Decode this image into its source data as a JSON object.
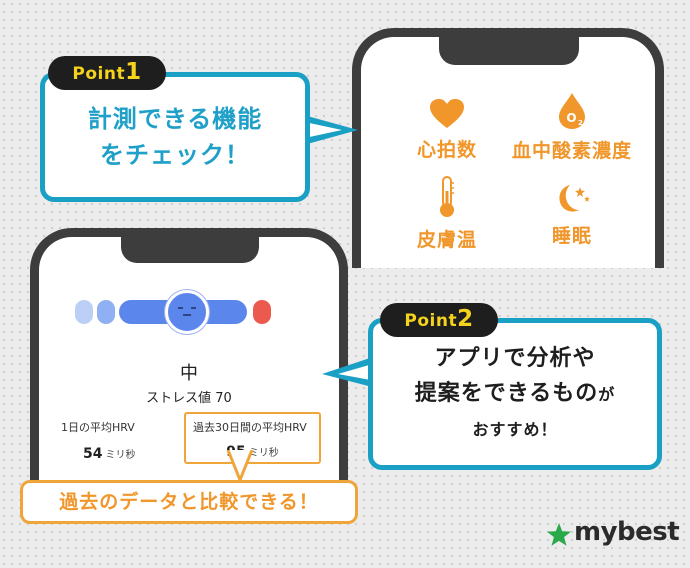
{
  "point1": {
    "tag_word": "Point",
    "tag_number": "1",
    "heading_line1": "計測できる機能",
    "heading_line2": "をチェック！"
  },
  "features": [
    {
      "label": "心拍数",
      "icon": "heart-icon"
    },
    {
      "label": "血中酸素濃度",
      "icon": "oxygen-drop-icon"
    },
    {
      "label": "皮膚温",
      "icon": "thermometer-icon"
    },
    {
      "label": "睡眠",
      "icon": "moon-stars-icon"
    }
  ],
  "stress": {
    "level": "中",
    "value_text": "ストレス値 70",
    "hrv_1day": {
      "label": "1日の平均HRV",
      "value": "54",
      "unit": "ミリ秒"
    },
    "hrv_30day": {
      "label": "過去30日間の平均HRV",
      "value": "95",
      "unit": "ミリ秒"
    },
    "meter_colors": [
      "#bcd0f7",
      "#8fb0f3",
      "#5b86ec",
      "#5b86ec",
      "#ec5a4f"
    ]
  },
  "point2": {
    "tag_word": "Point",
    "tag_number": "2",
    "line1": "アプリで分析や",
    "line2_main": "提案をできるもの",
    "line2_tail": "が",
    "line3": "おすすめ！"
  },
  "callout": {
    "text": "過去のデータと比較できる！"
  },
  "brand": {
    "name": "mybest",
    "accent_color": "#2aa84a"
  },
  "colors": {
    "orange": "#f0962a",
    "teal": "#1aa0c4",
    "tag_bg": "#1e1e1e",
    "tag_text": "#f5d21c"
  }
}
